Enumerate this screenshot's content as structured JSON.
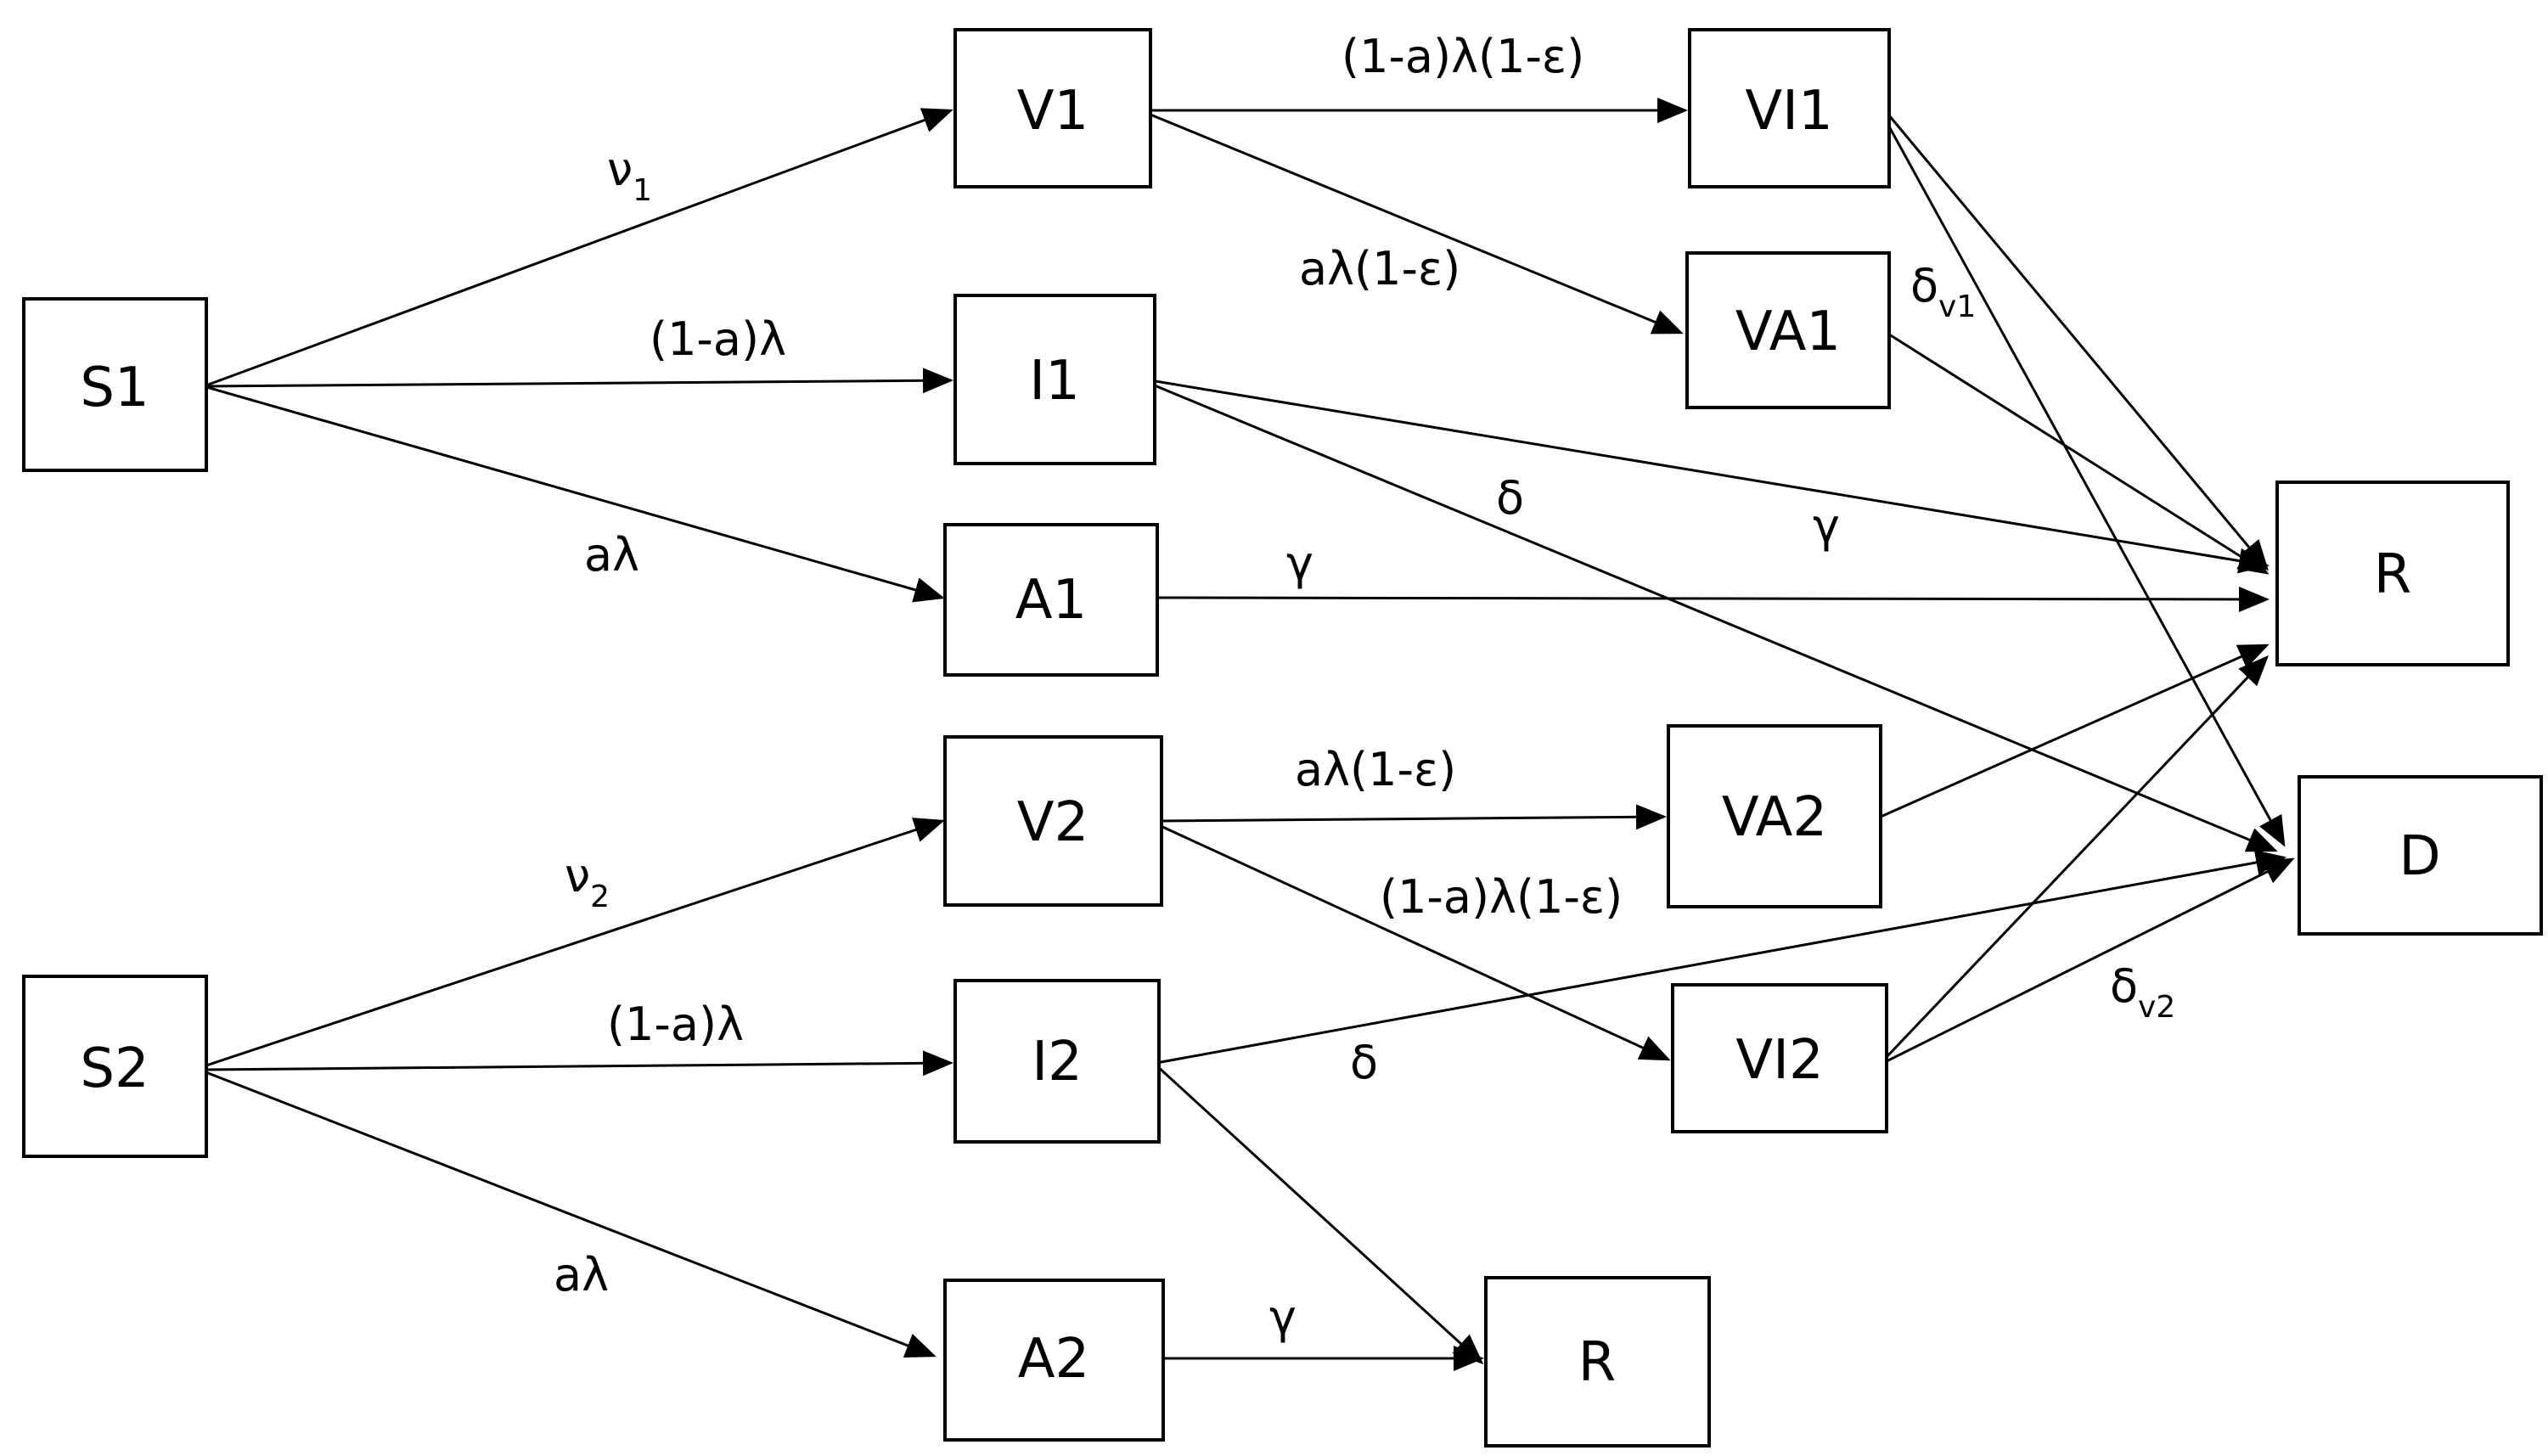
{
  "nodes": {
    "S1": "S1",
    "V1": "V1",
    "I1": "I1",
    "A1": "A1",
    "VI1": "VI1",
    "VA1": "VA1",
    "R": "R",
    "D": "D",
    "S2": "S2",
    "V2": "V2",
    "I2": "I2",
    "A2": "A2",
    "VA2": "VA2",
    "VI2": "VI2",
    "R2": "R"
  },
  "labels": {
    "nu1_base": "ν",
    "nu1_sub": "1",
    "s1_i1": "(1-a)λ",
    "s1_a1": "aλ",
    "v1_vi1": "(1-a)λ(1-ε)",
    "v1_va1": "aλ(1-ε)",
    "delta_v1_base": "δ",
    "delta_v1_sub": "v1",
    "i1_d": "δ",
    "i1_r": "γ",
    "a1_r": "γ",
    "nu2_base": "ν",
    "nu2_sub": "2",
    "s2_i2": "(1-a)λ",
    "s2_a2": "aλ",
    "v2_va2": "aλ(1-ε)",
    "v2_vi2": "(1-a)λ(1-ε)",
    "i2_d": "δ",
    "delta_v2_base": "δ",
    "delta_v2_sub": "v2",
    "a2_r": "γ"
  }
}
